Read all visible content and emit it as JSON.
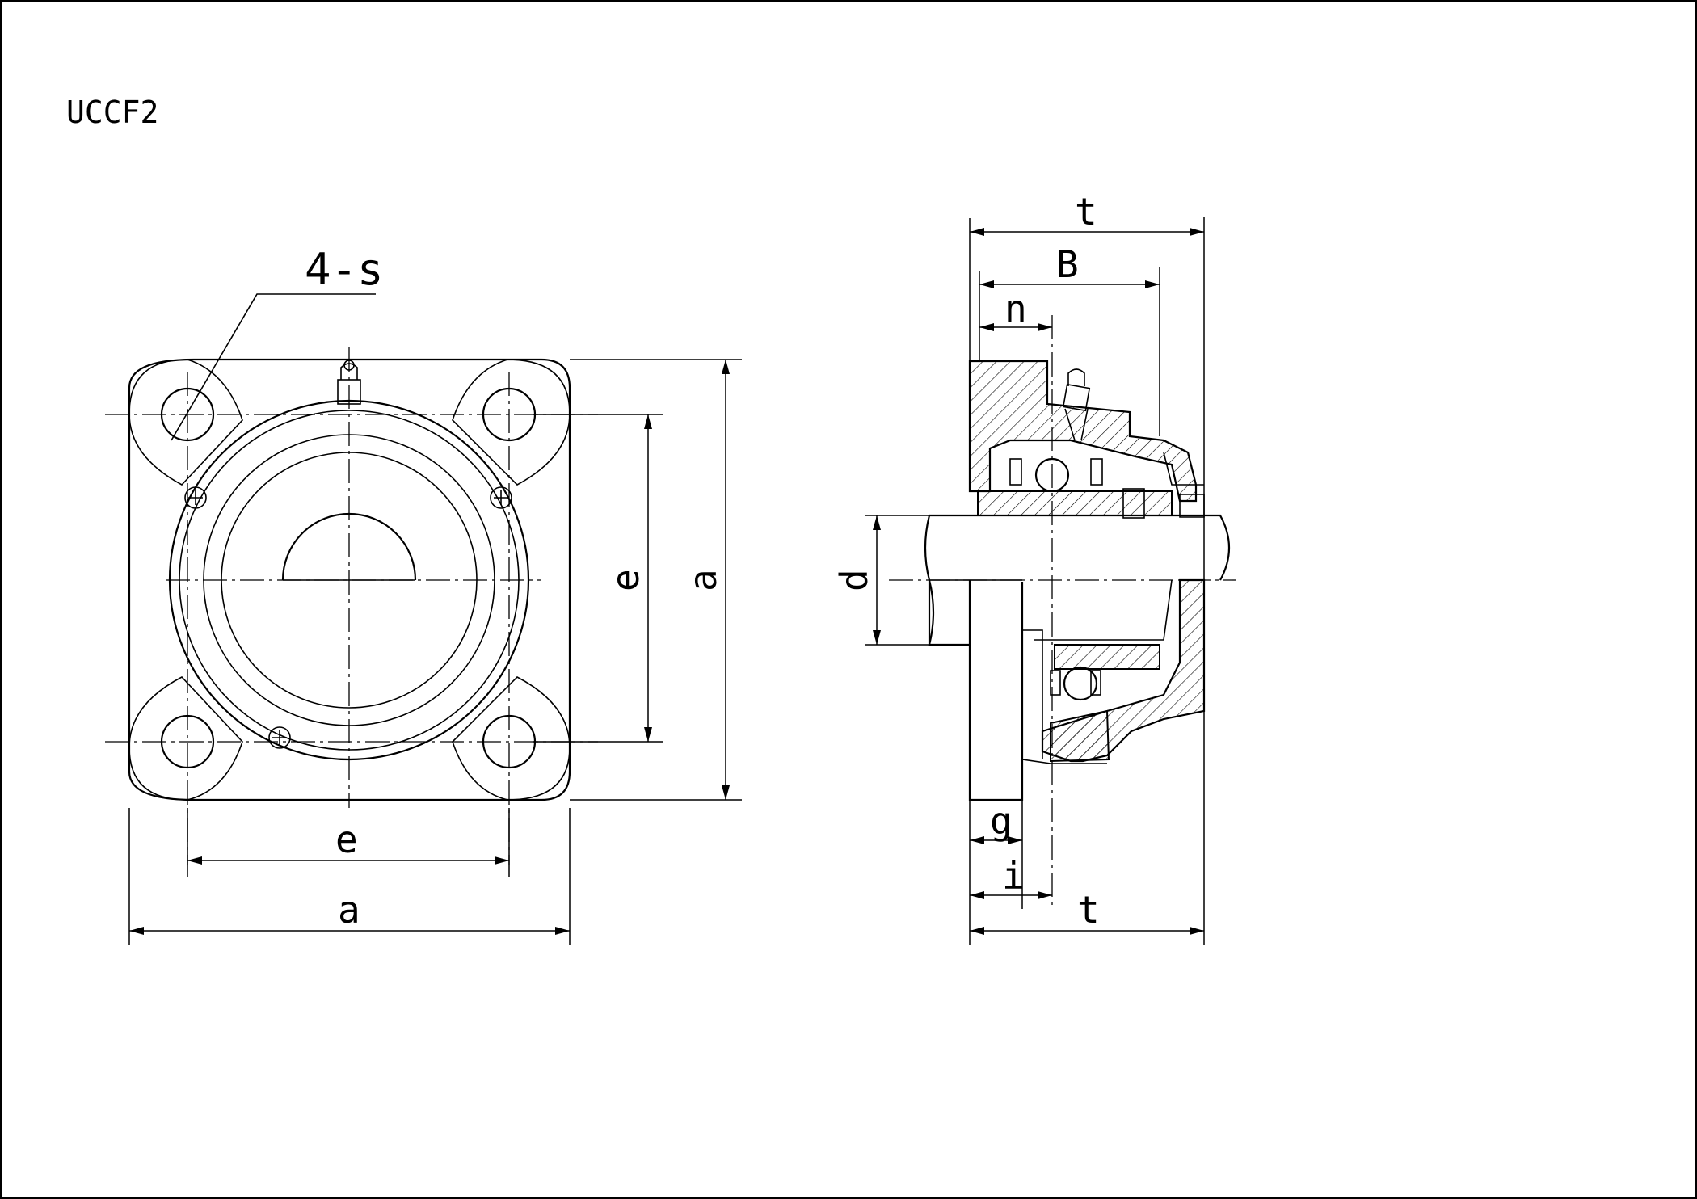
{
  "drawing": {
    "title": "UCCF2"
  },
  "front_view": {
    "hole_callout": "4-s",
    "dim_e_horizontal": "e",
    "dim_a_horizontal": "a",
    "dim_e_vertical": "e",
    "dim_a_vertical": "a"
  },
  "side_view": {
    "dim_t_top": "t",
    "dim_B": "B",
    "dim_n": "n",
    "dim_d": "d",
    "dim_g": "g",
    "dim_i": "i",
    "dim_t_bottom": "t"
  },
  "colors": {
    "line": "#000000",
    "background": "#ffffff"
  }
}
